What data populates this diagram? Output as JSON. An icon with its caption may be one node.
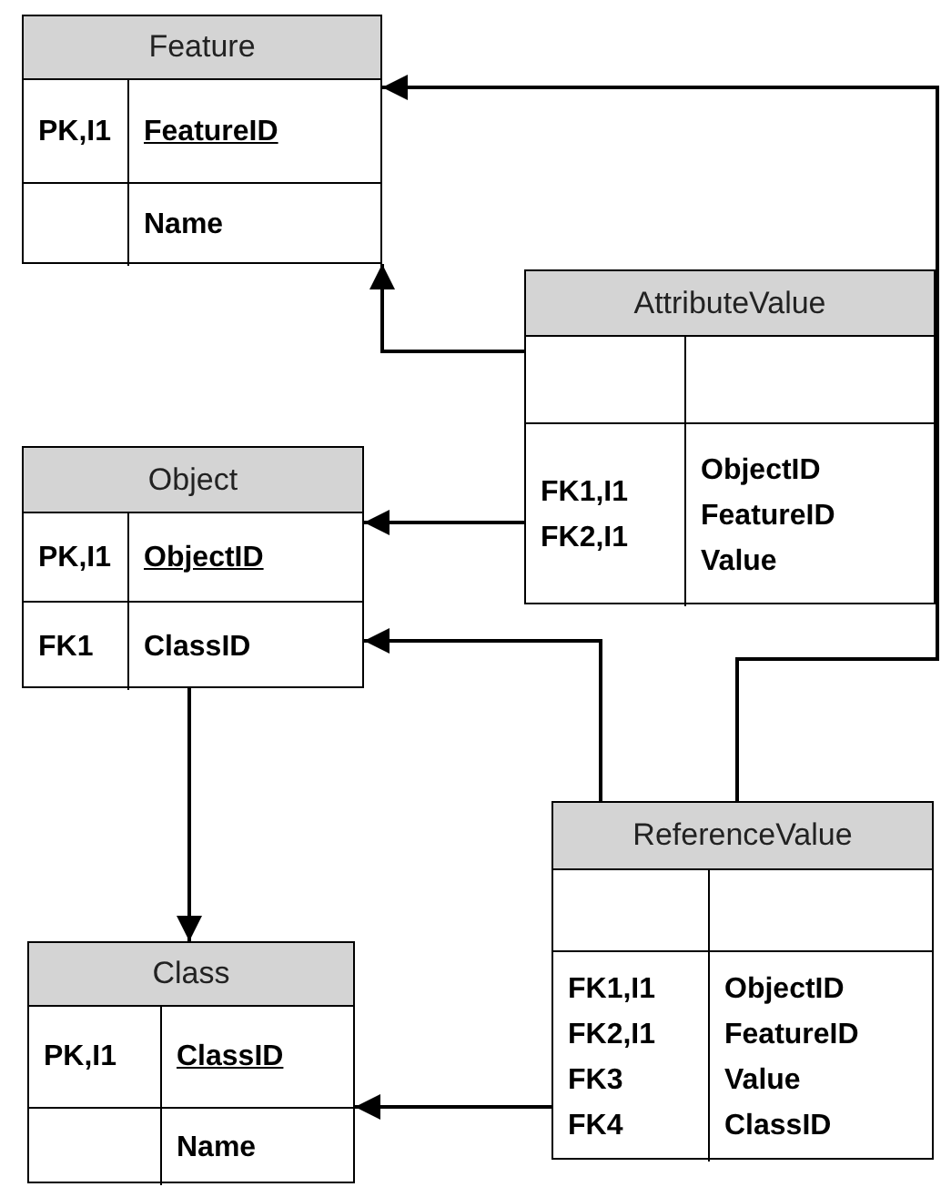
{
  "diagram": {
    "nodes": [
      {
        "text": [
          "Feature",
          "PK,I1",
          "FeatureID",
          "Name"
        ]
      },
      {
        "text": [
          "AttributeValue",
          "FK1,I1",
          "FK2,I1",
          "ObjectID",
          "FeatureID",
          "Value"
        ]
      },
      {
        "text": [
          "Object",
          "PK,I1",
          "ObjectID",
          "FK1",
          "ClassID"
        ]
      },
      {
        "text": [
          "ReferenceValue",
          "FK1,I1",
          "FK2,I1",
          "FK3",
          "FK4",
          "ObjectID",
          "FeatureID",
          "Value",
          "ClassID"
        ]
      },
      {
        "text": [
          "Class",
          "PK,I1",
          "ClassID",
          "Name"
        ]
      }
    ],
    "edges": [
      {
        "from": 1,
        "to": 0,
        "arrow": "to"
      },
      {
        "from": 1,
        "to": 2,
        "arrow": "to"
      },
      {
        "from": 3,
        "to": 2,
        "arrow": "to"
      },
      {
        "from": 2,
        "to": 4,
        "arrow": "to"
      },
      {
        "from": 3,
        "to": 4,
        "arrow": "to"
      },
      {
        "from": 3,
        "to": 0,
        "arrow": "to"
      }
    ]
  }
}
